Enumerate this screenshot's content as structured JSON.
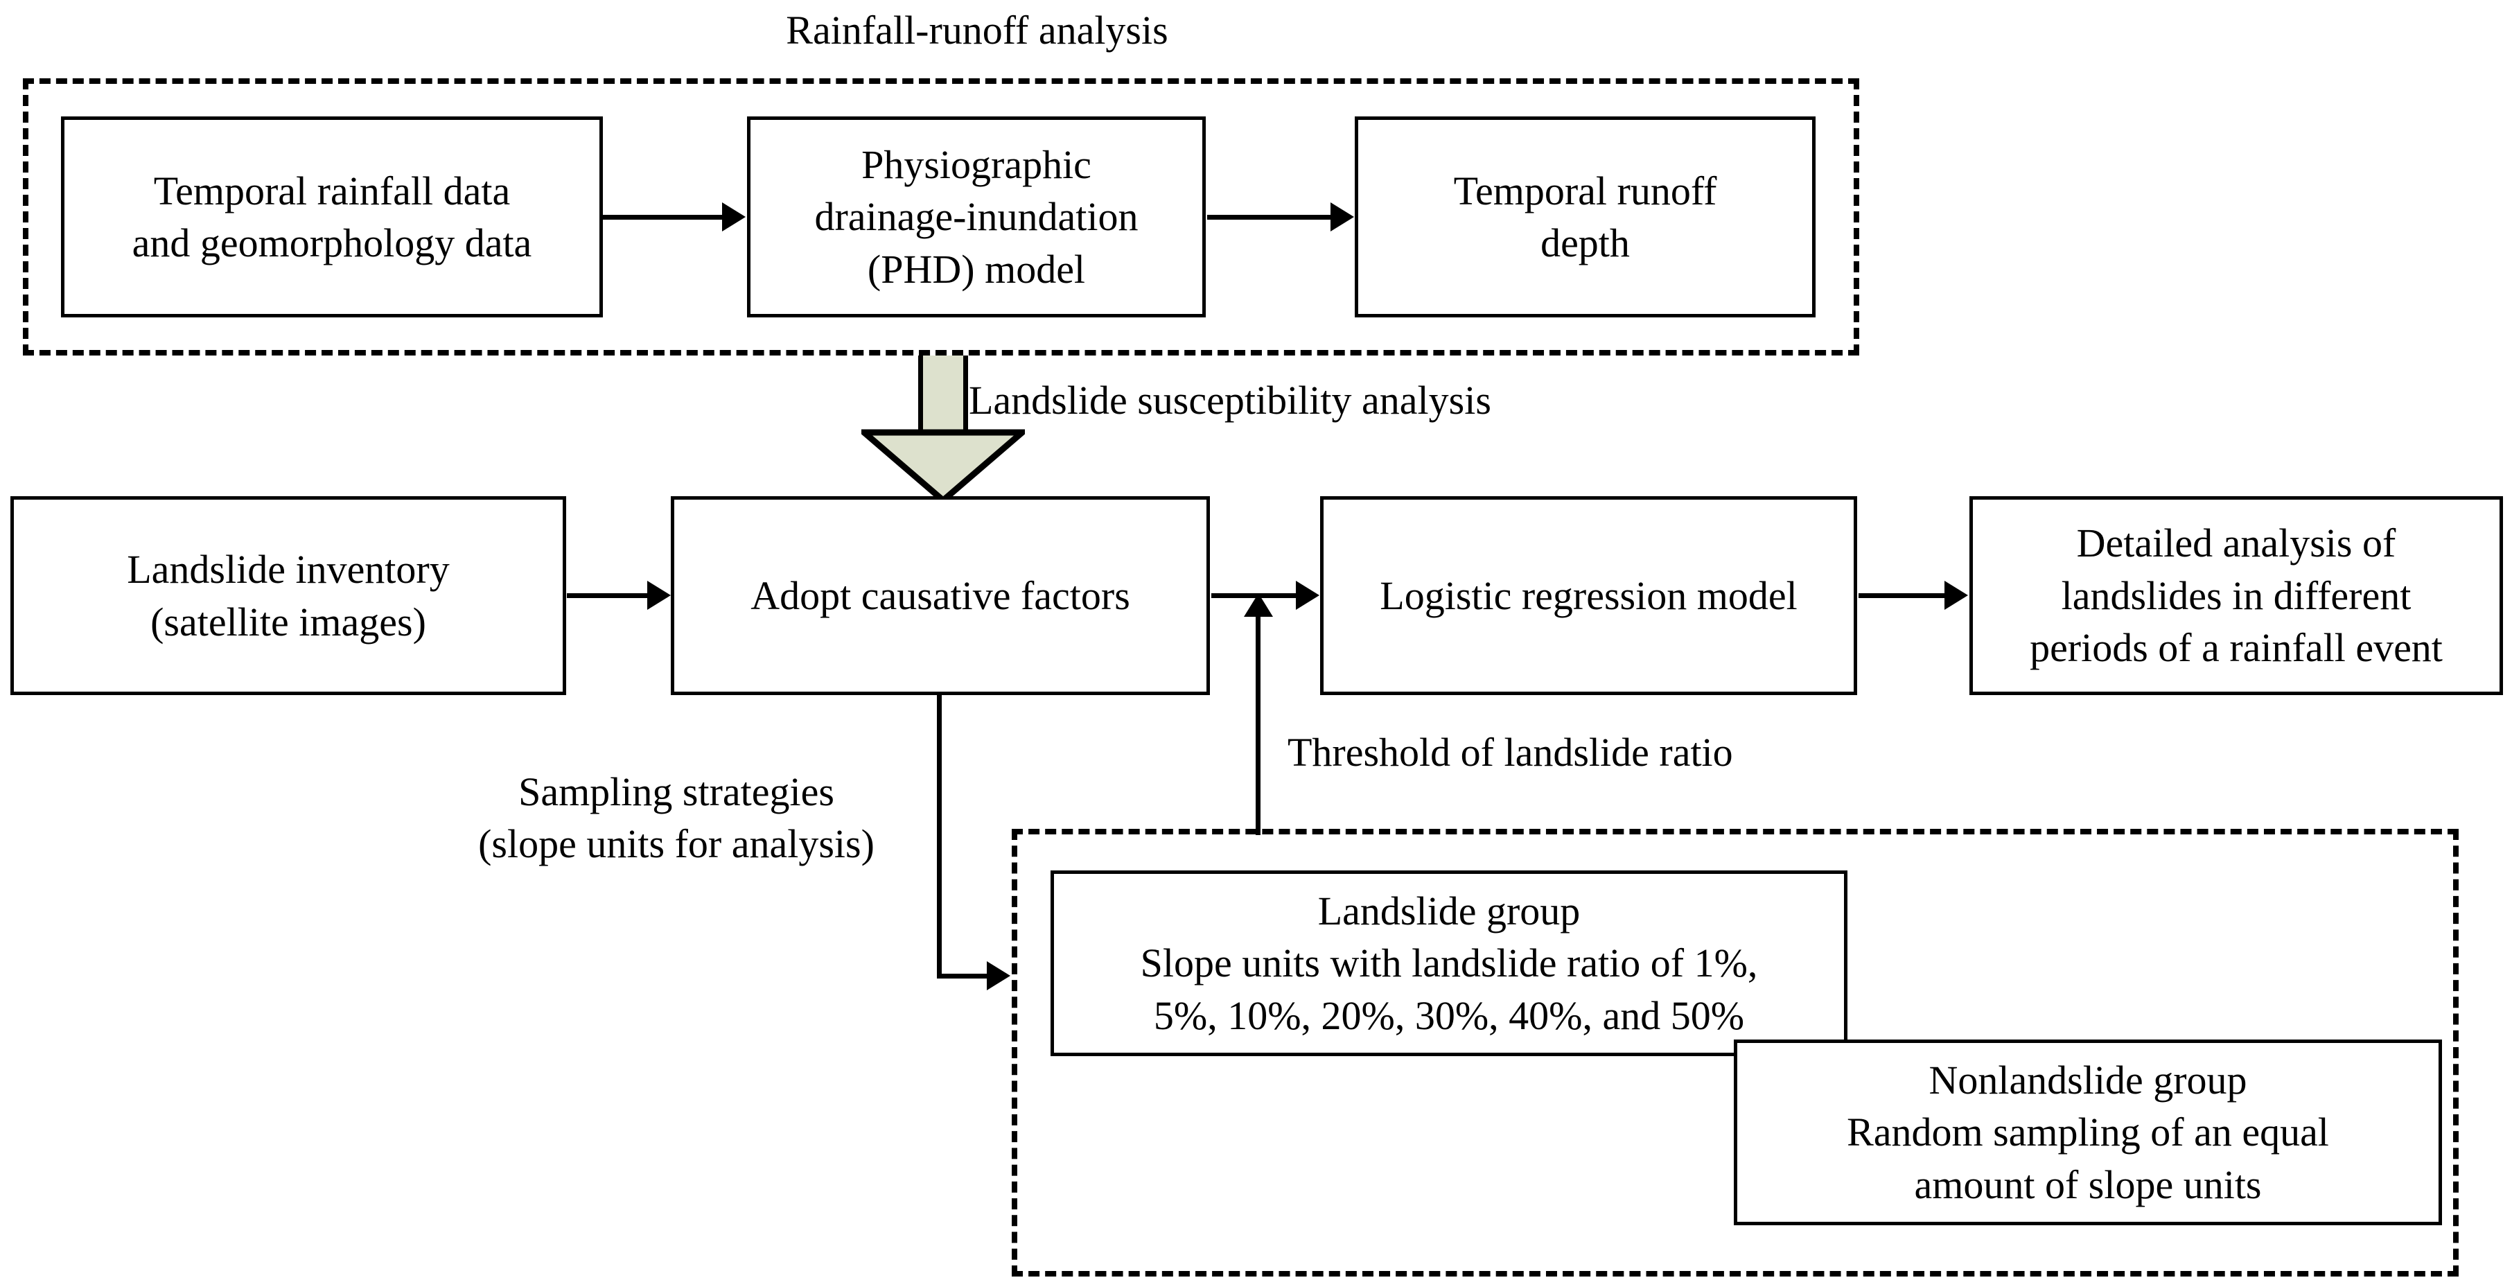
{
  "figure": {
    "type": "flowchart",
    "title_top": "Rainfall-runoff analysis",
    "colors": {
      "stroke": "#000000",
      "background": "#ffffff",
      "green_arrow_fill": "#dde1cd"
    }
  },
  "groups": {
    "rainfall_runoff": {
      "label": "Rainfall-runoff analysis",
      "style": "dashed"
    },
    "sampling_groups": {
      "label": "",
      "style": "dashed"
    }
  },
  "nodes": {
    "temporal_rainfall": {
      "line1": "Temporal rainfall data",
      "line2": "and geomorphology data"
    },
    "phd_model": {
      "line1": "Physiographic",
      "line2": "drainage-inundation",
      "line3": "(PHD) model"
    },
    "temporal_runoff": {
      "line1": "Temporal runoff",
      "line2": "depth"
    },
    "landslide_inventory": {
      "line1": "Landslide inventory",
      "line2": "(satellite images)"
    },
    "causative_factors": {
      "line1": "Adopt causative factors"
    },
    "logistic_regression": {
      "line1": "Logistic regression model"
    },
    "detailed_analysis": {
      "line1": "Detailed analysis of",
      "line2": "landslides in different",
      "line3": "periods of a rainfall event"
    },
    "landslide_group": {
      "line1": "Landslide group",
      "line2": "Slope units with landslide ratio of 1%,",
      "line3": "5%, 10%, 20%, 30%, 40%, and 50%",
      "ratios": [
        "1%",
        "5%",
        "10%",
        "20%",
        "30%",
        "40%",
        "50%"
      ]
    },
    "nonlandslide_group": {
      "line1": "Nonlandslide group",
      "line2": "Random sampling of an equal",
      "line3": "amount of slope units"
    }
  },
  "edge_labels": {
    "susceptibility": "Landslide susceptibility analysis",
    "sampling_line1": "Sampling strategies",
    "sampling_line2": "(slope units for analysis)",
    "threshold": "Threshold of landslide ratio"
  }
}
